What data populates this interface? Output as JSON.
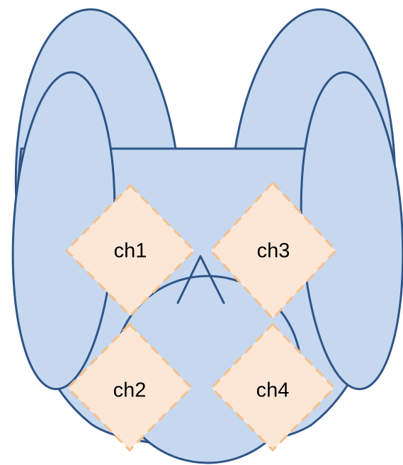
{
  "diagram": {
    "colors": {
      "lobe_fill": "#c5d8f0",
      "lobe_stroke": "#2f5486",
      "channel_fill": "#fce7d6",
      "channel_stroke": "#f5c190",
      "dark_region": "#000000"
    },
    "channels": [
      {
        "label": "ch1"
      },
      {
        "label": "ch2"
      },
      {
        "label": "ch3"
      },
      {
        "label": "ch4"
      }
    ]
  }
}
